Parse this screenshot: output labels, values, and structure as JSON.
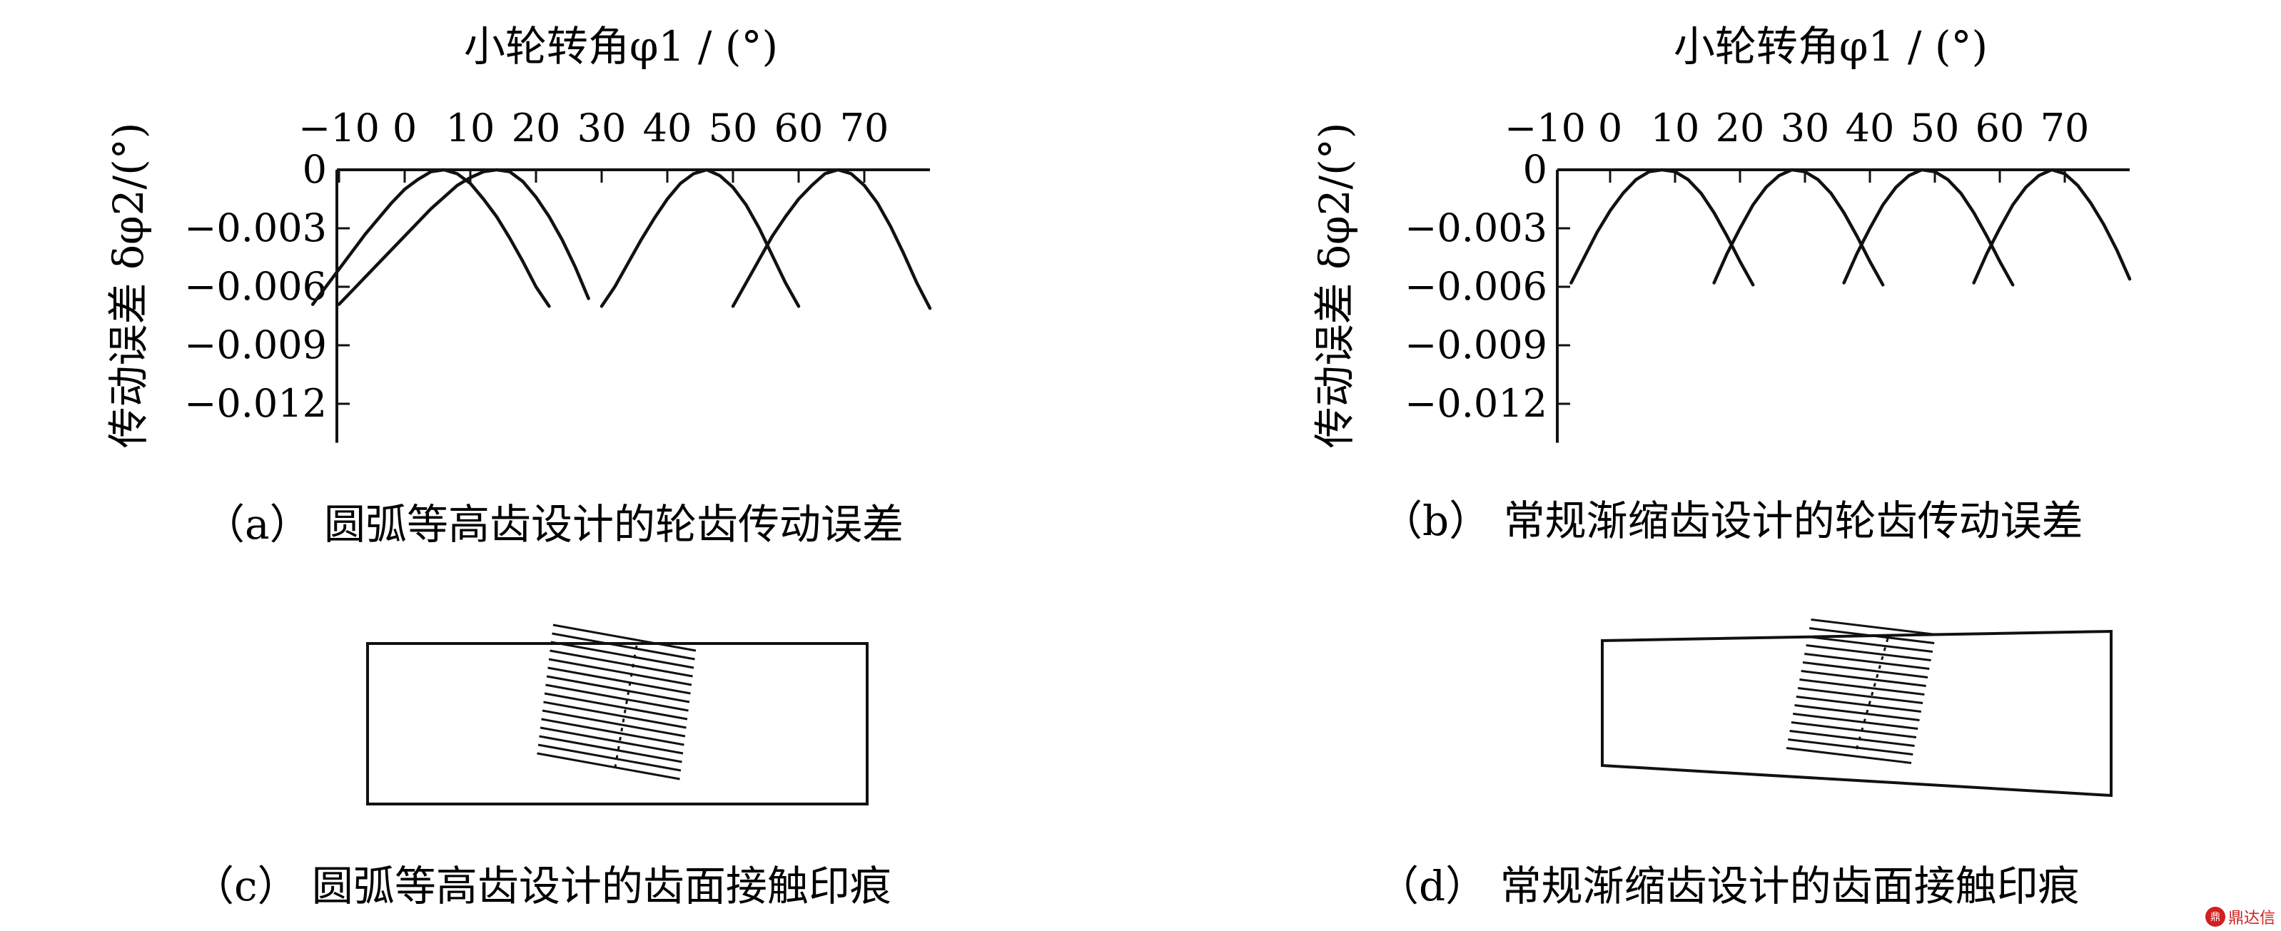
{
  "chart_data": [
    {
      "type": "line",
      "panel": "a",
      "xlabel": "小轮转角φ1 / (°)",
      "ylabel": "传动误差 δφ2/(°)",
      "x_ticks": [
        -10,
        0,
        10,
        20,
        30,
        40,
        50,
        60,
        70
      ],
      "y_ticks": [
        0,
        -0.003,
        -0.006,
        -0.009,
        -0.012
      ],
      "y_tick_labels": [
        "0",
        "−0.003",
        "−0.006",
        "−0.009",
        "−0.012"
      ],
      "xlim": [
        -10,
        80
      ],
      "ylim": [
        -0.014,
        0
      ],
      "series": [
        {
          "x": [
            -10,
            -8,
            -6,
            -4,
            -2,
            0,
            2,
            4,
            6,
            8,
            10,
            12,
            14,
            16,
            18,
            20,
            22,
            24,
            26,
            28
          ],
          "y": [
            -0.0069,
            -0.0062,
            -0.0055,
            -0.0048,
            -0.0041,
            -0.0034,
            -0.0027,
            -0.002,
            -0.0014,
            -0.0008,
            -0.0004,
            -0.0001,
            0.0,
            -0.0001,
            -0.0006,
            -0.0014,
            -0.0024,
            -0.0036,
            -0.005,
            -0.0066
          ]
        },
        {
          "x": [
            -14,
            -12,
            -10,
            -8,
            -6,
            -4,
            -2,
            0,
            2,
            4,
            6,
            8,
            10,
            12,
            14,
            16,
            18,
            20,
            22
          ],
          "y": [
            -0.0069,
            -0.006,
            -0.0051,
            -0.0042,
            -0.0033,
            -0.0025,
            -0.0017,
            -0.001,
            -0.0005,
            -0.0001,
            0.0,
            -0.0002,
            -0.0007,
            -0.0015,
            -0.0024,
            -0.0035,
            -0.0047,
            -0.006,
            -0.007
          ]
        },
        {
          "x": [
            30,
            32,
            34,
            36,
            38,
            40,
            42,
            44,
            46,
            48,
            50,
            52,
            54,
            56,
            58,
            60
          ],
          "y": [
            -0.007,
            -0.006,
            -0.0048,
            -0.0036,
            -0.0025,
            -0.0015,
            -0.0007,
            -0.0002,
            0.0,
            -0.0003,
            -0.0009,
            -0.0018,
            -0.003,
            -0.0044,
            -0.0058,
            -0.007
          ]
        },
        {
          "x": [
            50,
            52,
            54,
            56,
            58,
            60,
            62,
            64,
            66,
            68,
            70,
            72,
            74,
            76,
            78,
            80
          ],
          "y": [
            -0.007,
            -0.0058,
            -0.0046,
            -0.0034,
            -0.0024,
            -0.0015,
            -0.0008,
            -0.0002,
            0.0,
            -0.0002,
            -0.0008,
            -0.0017,
            -0.0029,
            -0.0043,
            -0.0058,
            -0.0071
          ]
        }
      ]
    },
    {
      "type": "line",
      "panel": "b",
      "xlabel": "小轮转角φ1 / (°)",
      "ylabel": "传动误差 δφ2/(°)",
      "x_ticks": [
        -10,
        0,
        10,
        20,
        30,
        40,
        50,
        60,
        70
      ],
      "y_ticks": [
        0,
        -0.003,
        -0.006,
        -0.009,
        -0.012
      ],
      "y_tick_labels": [
        "0",
        "−0.003",
        "−0.006",
        "−0.009",
        "−0.012"
      ],
      "xlim": [
        -10,
        80
      ],
      "ylim": [
        -0.014,
        0
      ],
      "series": [
        {
          "x": [
            -6,
            -4,
            -2,
            0,
            2,
            4,
            6,
            8,
            10,
            12,
            14,
            16,
            18,
            20,
            22
          ],
          "y": [
            -0.0058,
            -0.0045,
            -0.0032,
            -0.0021,
            -0.0012,
            -0.0005,
            -0.0001,
            0.0,
            -0.0001,
            -0.0005,
            -0.0012,
            -0.0022,
            -0.0034,
            -0.0047,
            -0.0059
          ]
        },
        {
          "x": [
            16,
            18,
            20,
            22,
            24,
            26,
            28,
            30,
            32,
            34,
            36,
            38,
            40,
            42
          ],
          "y": [
            -0.0058,
            -0.0043,
            -0.003,
            -0.0018,
            -0.0009,
            -0.0003,
            0.0,
            -0.0001,
            -0.0005,
            -0.0012,
            -0.0022,
            -0.0034,
            -0.0047,
            -0.0059
          ]
        },
        {
          "x": [
            36,
            38,
            40,
            42,
            44,
            46,
            48,
            50,
            52,
            54,
            56,
            58,
            60,
            62
          ],
          "y": [
            -0.0058,
            -0.0043,
            -0.003,
            -0.0018,
            -0.0009,
            -0.0003,
            0.0,
            -0.0001,
            -0.0005,
            -0.0012,
            -0.0022,
            -0.0034,
            -0.0047,
            -0.0059
          ]
        },
        {
          "x": [
            56,
            58,
            60,
            62,
            64,
            66,
            68,
            70,
            72,
            74,
            76,
            78,
            80
          ],
          "y": [
            -0.0058,
            -0.0043,
            -0.003,
            -0.0018,
            -0.0009,
            -0.0003,
            0.0,
            -0.0002,
            -0.0008,
            -0.0017,
            -0.0028,
            -0.0041,
            -0.0056
          ]
        }
      ]
    }
  ],
  "captions": {
    "a": "（a） 圆弧等高齿设计的轮齿传动误差",
    "b": "（b） 常规渐缩齿设计的轮齿传动误差",
    "c": "（c） 圆弧等高齿设计的齿面接触印痕",
    "d": "（d） 常规渐缩齿设计的齿面接触印痕"
  },
  "watermark": "鼎达信"
}
